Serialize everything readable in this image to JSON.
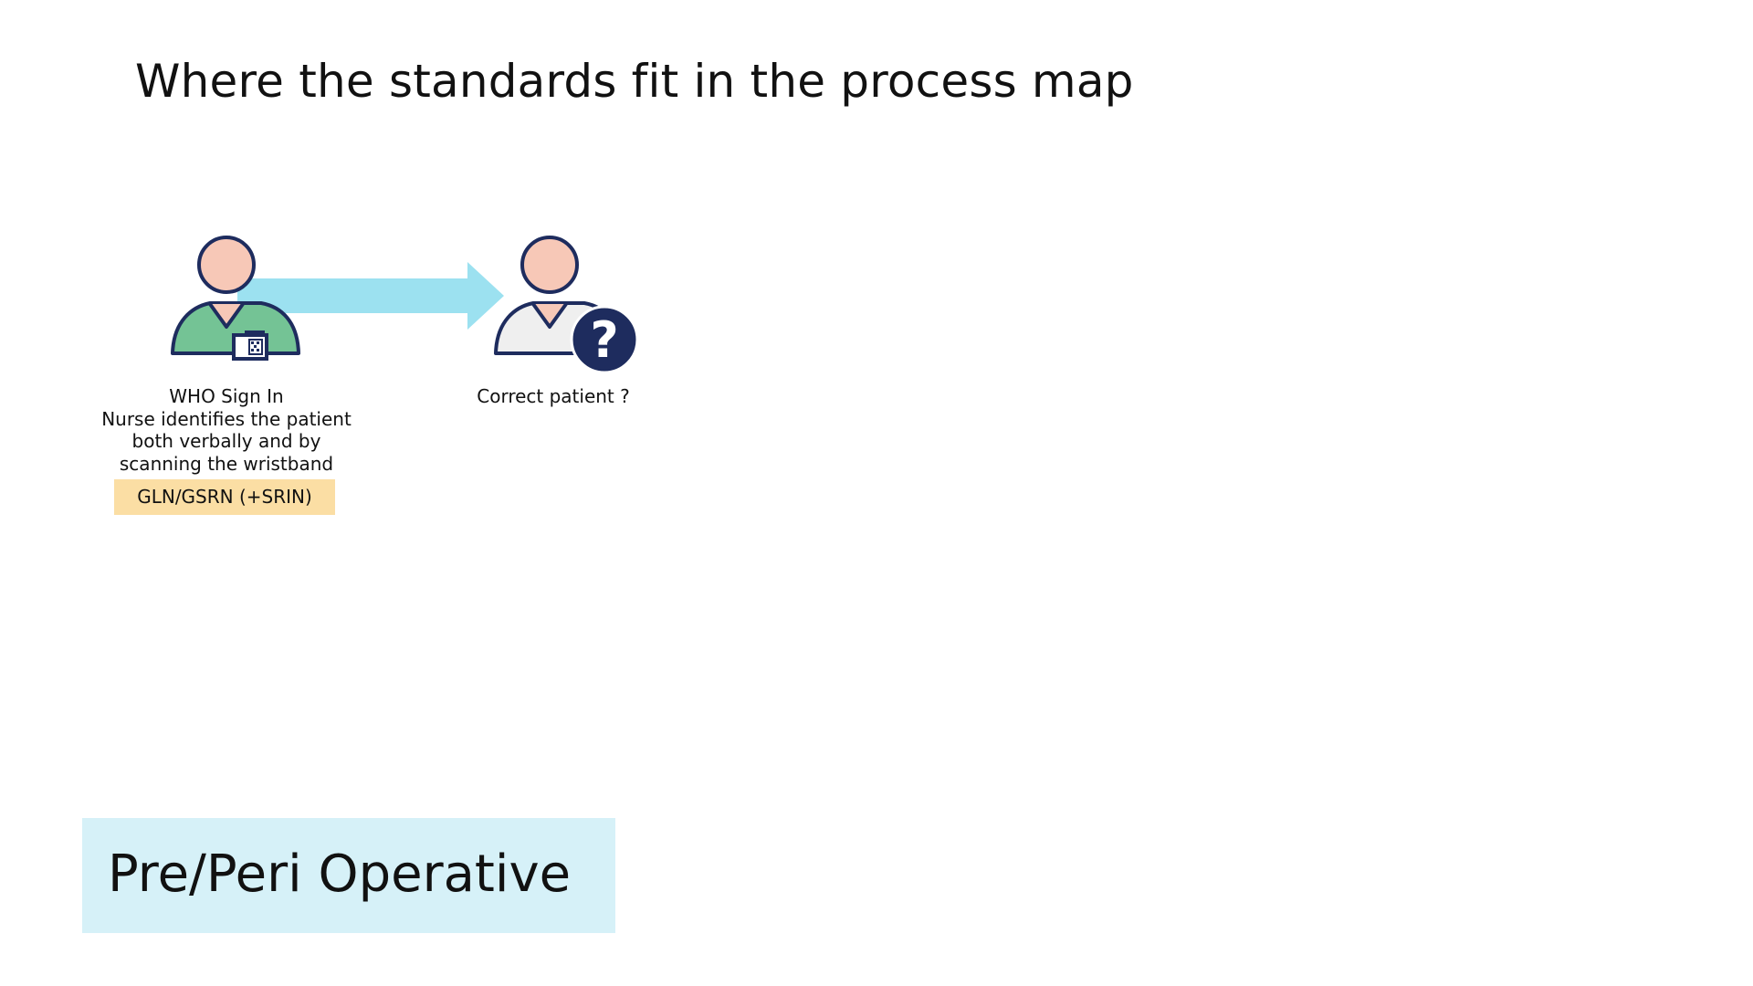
{
  "slide": {
    "title": "Where the standards fit in the process map"
  },
  "process": {
    "steps": [
      {
        "heading": "WHO Sign In",
        "lines": [
          "Nurse identifies the patient",
          "both verbally and by",
          "scanning the wristband"
        ],
        "standard": "GLN/GSRN (+SRIN)",
        "icon": "nurse-with-badge-icon"
      },
      {
        "heading": "Correct patient ?",
        "icon": "patient-question-icon"
      }
    ],
    "connector_icon": "arrow-right-icon"
  },
  "phase": {
    "label": "Pre/Peri Operative"
  },
  "colors": {
    "skin": "#f7c8b7",
    "outline": "#1e2c5e",
    "nurse_scrubs": "#74c395",
    "patient_gown": "#efefef",
    "arrow": "#9ce1f0",
    "question_badge": "#1e2c5e",
    "standard_badge": "#fbdea4",
    "phase_box": "#d6f1f8"
  }
}
